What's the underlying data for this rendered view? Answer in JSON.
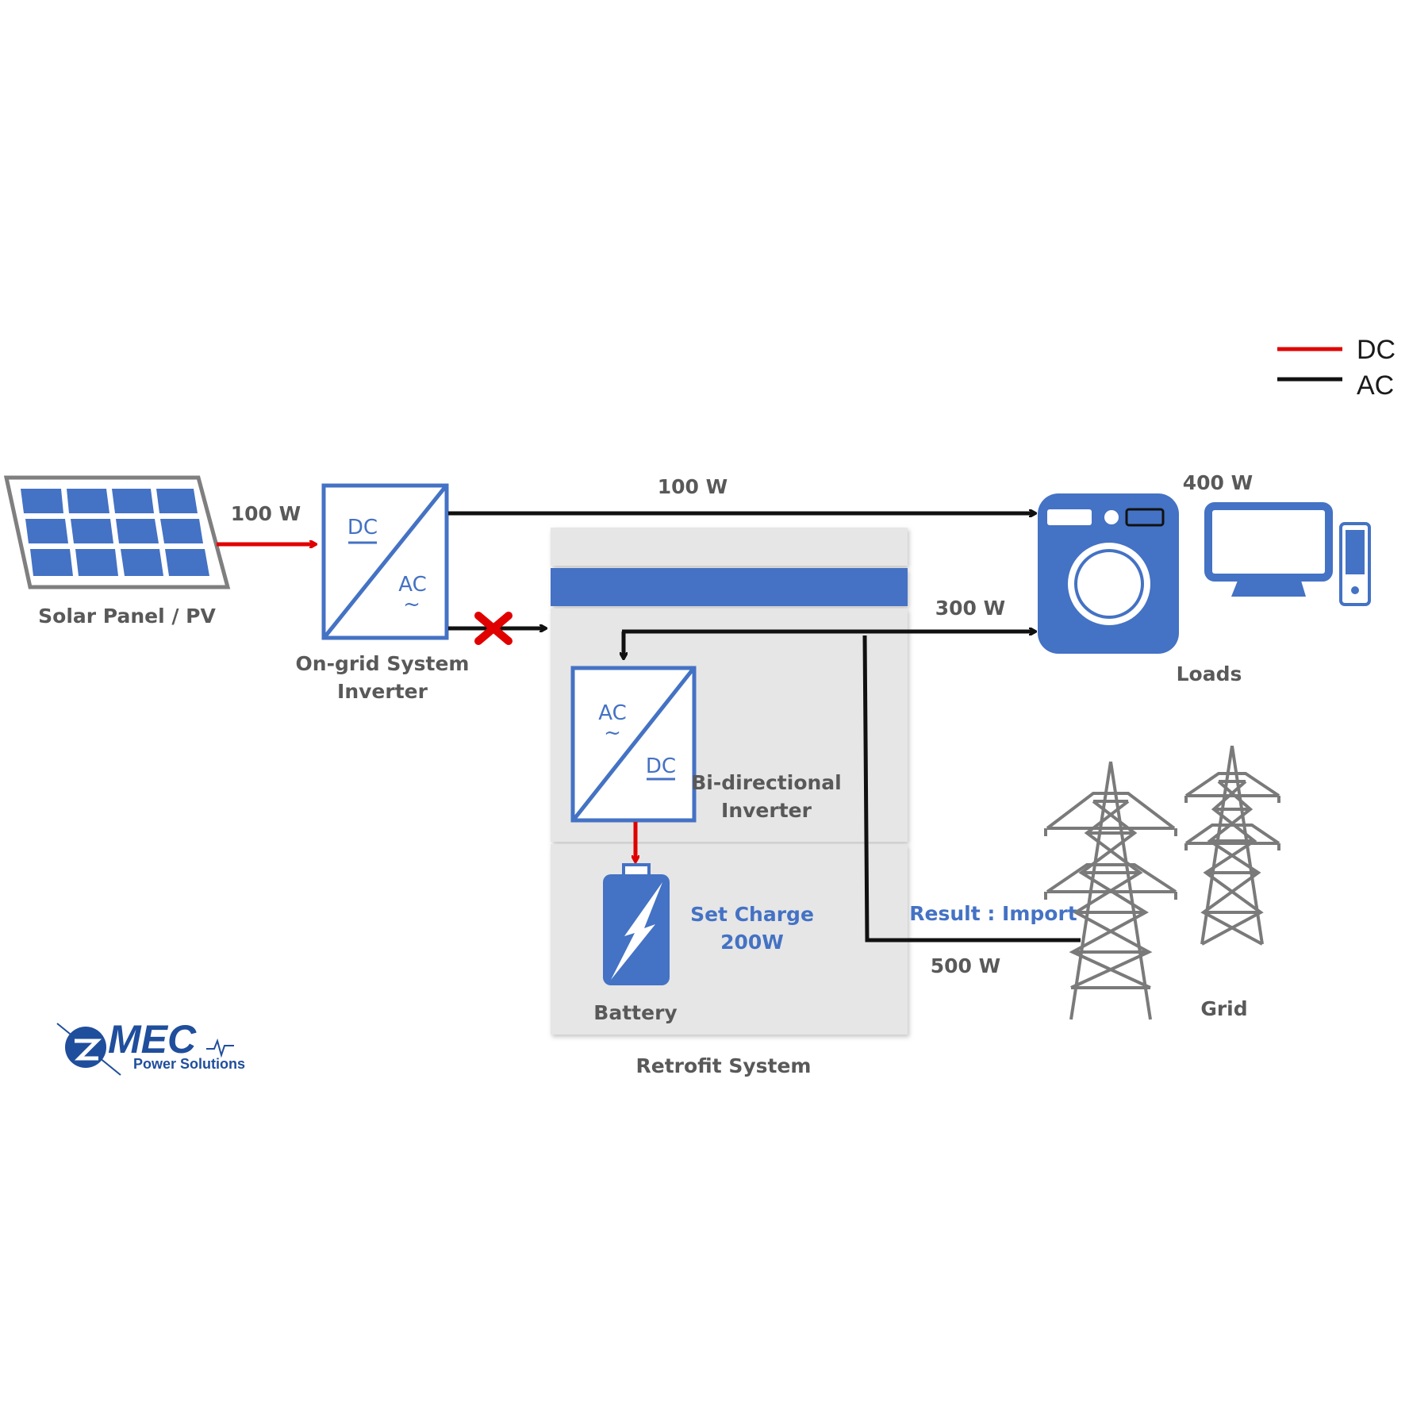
{
  "legend": {
    "dc_label": "DC",
    "ac_label": "AC",
    "dc_color": "#e00000",
    "ac_color": "#111111"
  },
  "colors": {
    "accent_blue": "#4472c4",
    "tower_gray": "#7a7a7a",
    "panel_gray": "#e6e6e6",
    "label_gray": "#595959",
    "blocked_x": "#e00000"
  },
  "labels": {
    "solar_panel": "Solar Panel / PV",
    "ongrid_inverter_line1": "On-grid System",
    "ongrid_inverter_line2": "Inverter",
    "bidirectional_line1": "Bi-directional",
    "bidirectional_line2": "Inverter",
    "battery": "Battery",
    "retrofit_system": "Retrofit System",
    "loads": "Loads",
    "grid": "Grid",
    "set_charge_line1": "Set Charge",
    "set_charge_line2": "200W",
    "result": "Result : Import"
  },
  "converters": {
    "ongrid": {
      "top": "DC",
      "bottom": "AC",
      "tilde": "~"
    },
    "bidirectional": {
      "top": "AC",
      "bottom": "DC",
      "tilde": "~"
    }
  },
  "flows": {
    "pv_to_inverter": "100 W",
    "inverter_to_loads": "100 W",
    "to_loads_total": "400 W",
    "retrofit_to_loads": "300 W",
    "grid_import": "500 W"
  },
  "logo": {
    "brand": "MEC",
    "tagline": "Power Solutions"
  },
  "icons": {
    "solar": "solar-panel-icon",
    "washer": "washing-machine-icon",
    "computer": "computer-icon",
    "battery": "battery-icon",
    "tower": "transmission-tower-icon",
    "blocked": "blocked-x-icon"
  }
}
